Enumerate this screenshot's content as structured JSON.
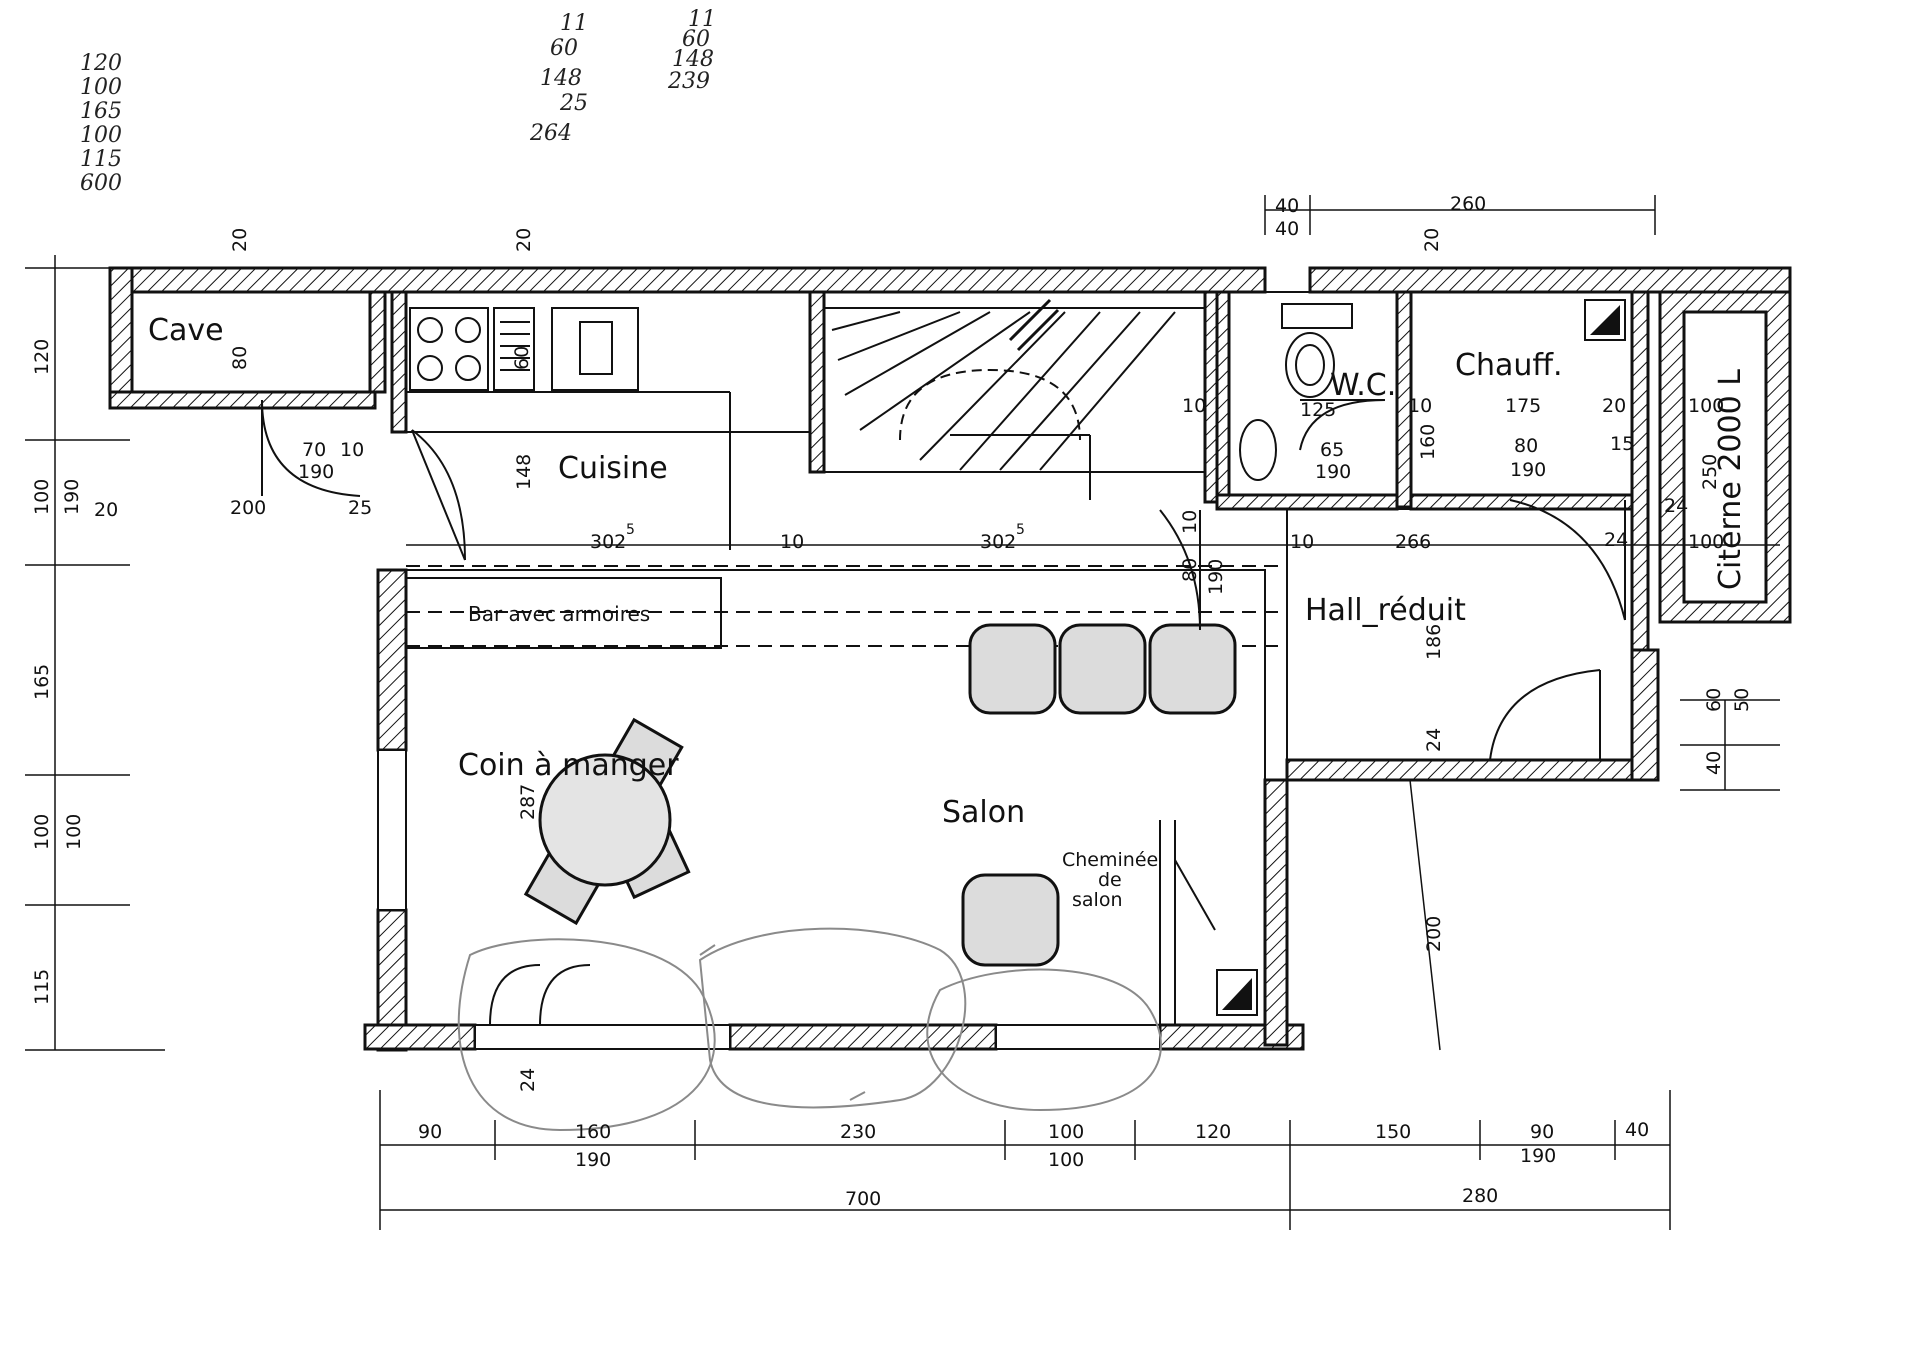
{
  "plan": {
    "rooms": {
      "cave": "Cave",
      "cuisine": "Cuisine",
      "wc": "W.C.",
      "chauff": "Chauff.",
      "hall": "Hall_réduit",
      "salon": "Salon",
      "coin": "Coin à manger",
      "citerne": "Citerne 2000 L",
      "bar": "Bar avec armoires",
      "chem1": "Cheminée",
      "chem2": "de",
      "chem3": "salon"
    },
    "handwritten": {
      "col1": [
        "120",
        "100",
        "165",
        "100",
        "115",
        "600"
      ],
      "col2": [
        "11",
        "60",
        "148",
        "25",
        "264"
      ],
      "col3": [
        "11",
        "60",
        "148",
        "239"
      ]
    },
    "dims": {
      "top40a": "40",
      "top40b": "40",
      "top260": "260",
      "t20a": "20",
      "t20b": "20",
      "t20c": "20",
      "d80": "80",
      "d60": "60",
      "d148": "148",
      "d70": "70",
      "d10a": "10",
      "d190a": "190",
      "d200": "200",
      "d25": "25",
      "d20b": "20",
      "d302a": "302",
      "d302b": "302",
      "sup5a": "5",
      "sup5b": "5",
      "d10b": "10",
      "d10c": "10",
      "d10d": "10",
      "d10e": "10",
      "d125": "125",
      "d65": "65",
      "d190b": "190",
      "d10f": "10",
      "d160": "160",
      "d175": "175",
      "d20c": "20",
      "d80b": "80",
      "d15": "15",
      "d190c": "190",
      "d100r": "100",
      "d250": "250",
      "d100r2": "100",
      "d24a": "24",
      "d24b": "24",
      "d266": "266",
      "d80c": "80",
      "d190d": "190",
      "d186": "186",
      "d24c": "24",
      "d60r": "60",
      "d50r": "50",
      "d40r": "40",
      "d287": "287",
      "d200b": "200",
      "d24d": "24",
      "l120": "120",
      "l100": "100",
      "l190": "190",
      "l165": "165",
      "l100b": "100",
      "l100c": "100",
      "l115": "115",
      "b90": "90",
      "b160": "160",
      "b190": "190",
      "b230": "230",
      "b100": "100",
      "b100b": "100",
      "b120": "120",
      "b150": "150",
      "b90b": "90",
      "b190b": "190",
      "b40": "40",
      "b700": "700",
      "b280": "280"
    }
  }
}
